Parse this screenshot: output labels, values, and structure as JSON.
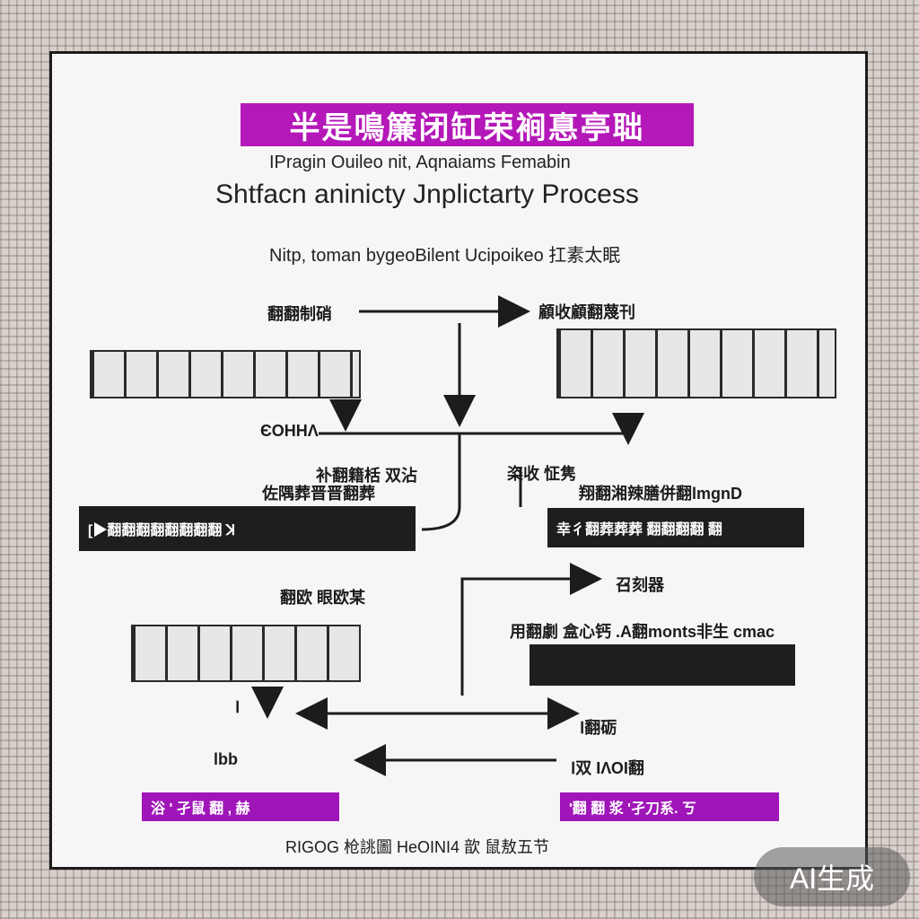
{
  "header": {
    "title": "半是鳴簾闭缸荣裥惪亭聉",
    "subtitle_small": "IPragin Ouileo nit, Aqnaiams Femabin",
    "subtitle_large": "Shtfacn aninicty Jnplictarty Process",
    "caption": "Nitp, toman bygeoBilent Ucipoikeo 扛素太眠"
  },
  "nodes": {
    "top_left_label": "翻翻制硝",
    "top_right_label": "顧收顧翻蔑刊",
    "mid_left_label": "ЄOHΗΛ",
    "left_group_label_1": "补翻籍栝 双沾",
    "left_group_label_2": "佐隅葬晋晋翻葬",
    "left_dark_box": "[▶翻翻翻翻翻翻翻翻 ꓘ",
    "right_group_label_1": "栥收 怔隽",
    "right_group_label_2": "翔翻湘辣膳併翻lmgnD",
    "right_dark_box": "幸彳翻葬葬葬 翻翻翻翻 翻",
    "right_arrow_label": "召刻器",
    "left_lower_label": "翻欧 眼欧某",
    "right_lower_label": "用翻劇 盒心钙 .A翻monts非生 cmac",
    "small_label_1": "Ⅰ",
    "small_label_2": "Ⅰ翻砺",
    "small_label_3": "lbb",
    "small_label_4": "Ⅰ双 IΛΟΙ翻",
    "bottom_left_magenta": "浴 ' 孑鼠 翻 , 赫",
    "bottom_right_magenta": "'翻 翻 浆 '孑刀系. ㄎ",
    "footer": "RIGOG 枪誂圖 HeOINI4 歆 鼠敖五节"
  },
  "watermark": "AI生成",
  "colors": {
    "accent_magenta": "#b418b8",
    "dark_box": "#1e1e1e",
    "background": "#f7f5f5"
  }
}
